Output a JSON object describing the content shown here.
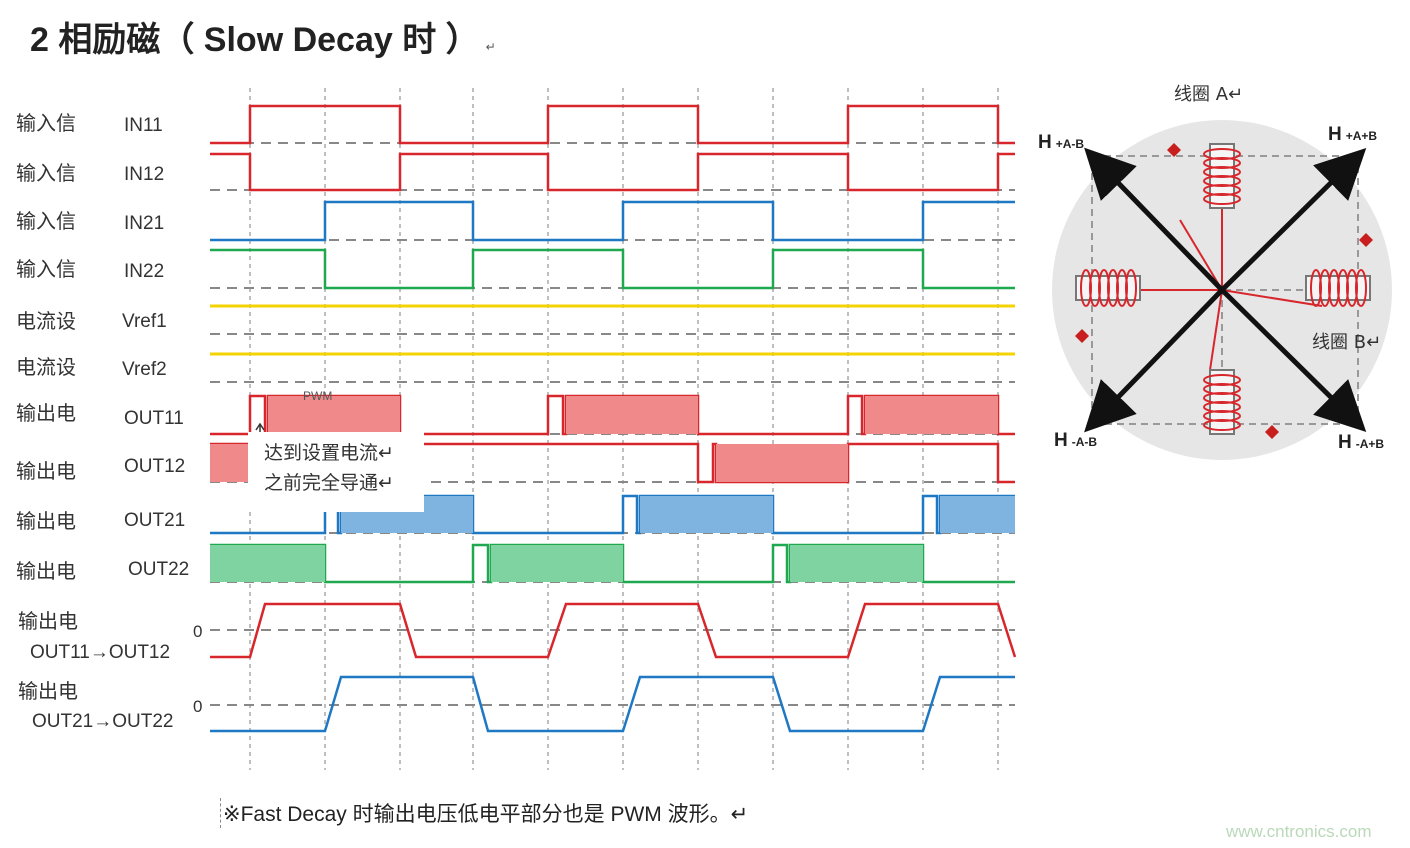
{
  "title": "2 相励磁（ Slow Decay 时 ）",
  "return_mark": "↵",
  "channels": [
    {
      "cn": "输入信",
      "en": "IN11"
    },
    {
      "cn": "输入信",
      "en": "IN12"
    },
    {
      "cn": "输入信",
      "en": "IN21"
    },
    {
      "cn": "输入信",
      "en": "IN22"
    },
    {
      "cn": "电流设",
      "en": "Vref1"
    },
    {
      "cn": "电流设",
      "en": "Vref2"
    },
    {
      "cn": "输出电",
      "en": "OUT11"
    },
    {
      "cn": "输出电",
      "en": "OUT12"
    },
    {
      "cn": "输出电",
      "en": "OUT21"
    },
    {
      "cn": "输出电",
      "en": "OUT22"
    },
    {
      "cn": "输出电",
      "en": "OUT11→OUT12"
    },
    {
      "cn": "输出电",
      "en": "OUT21→OUT22"
    }
  ],
  "zero_label": "0",
  "pwm_label": "PWM",
  "callout": {
    "line1": "达到设置电流↵",
    "line2": "之前完全导通↵"
  },
  "note": "※Fast Decay 时输出电压低电平部分也是 PWM 波形。↵",
  "watermark": "www.cntronics.com",
  "coil_diagram": {
    "coil_a": "线圈 A↵",
    "coil_b": "线圈 B↵",
    "h_top_left": {
      "main": "H",
      "sub": "+A-B"
    },
    "h_top_right": {
      "main": "H",
      "sub": "+A+B"
    },
    "h_bottom_left": {
      "main": "H",
      "sub": "-A-B"
    },
    "h_bottom_right": {
      "main": "H",
      "sub": "-A+B"
    }
  },
  "colors": {
    "red": "#d7262c",
    "blue": "#1f78c4",
    "green": "#1fa84f",
    "yellow": "#f3d300",
    "pwm_red": "#f08a8a",
    "pwm_blue": "#7fb3e0",
    "pwm_green": "#7ed3a0",
    "gray": "#888888"
  }
}
